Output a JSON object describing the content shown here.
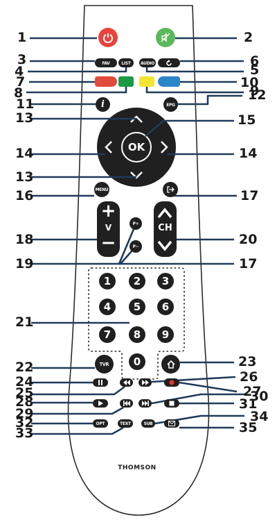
{
  "brand": "THOMSON",
  "colors": {
    "power": "#e8433c",
    "mute": "#5bb85c",
    "red": "#e24a3c",
    "green": "#1a9a45",
    "yellow": "#f3e433",
    "blue": "#2a86c8",
    "lines": "#1f3b5a",
    "body_outline": "#2a2a2a"
  },
  "labels": [
    {
      "id": "1",
      "text": "1"
    },
    {
      "id": "2",
      "text": "2"
    },
    {
      "id": "3",
      "text": "3"
    },
    {
      "id": "4",
      "text": "4"
    },
    {
      "id": "5",
      "text": "5"
    },
    {
      "id": "6",
      "text": "6"
    },
    {
      "id": "7",
      "text": "7"
    },
    {
      "id": "8",
      "text": "8"
    },
    {
      "id": "9",
      "text": "9"
    },
    {
      "id": "10",
      "text": "10"
    },
    {
      "id": "11",
      "text": "11"
    },
    {
      "id": "12",
      "text": "12"
    },
    {
      "id": "13a",
      "text": "13"
    },
    {
      "id": "15",
      "text": "15"
    },
    {
      "id": "14a",
      "text": "14"
    },
    {
      "id": "14b",
      "text": "14"
    },
    {
      "id": "13b",
      "text": "13"
    },
    {
      "id": "16",
      "text": "16"
    },
    {
      "id": "17a",
      "text": "17"
    },
    {
      "id": "18",
      "text": "18"
    },
    {
      "id": "20",
      "text": "20"
    },
    {
      "id": "19",
      "text": "19"
    },
    {
      "id": "17b",
      "text": "17"
    },
    {
      "id": "21",
      "text": "21"
    },
    {
      "id": "22",
      "text": "22"
    },
    {
      "id": "23",
      "text": "23"
    },
    {
      "id": "24",
      "text": "24"
    },
    {
      "id": "26",
      "text": "26"
    },
    {
      "id": "25",
      "text": "25"
    },
    {
      "id": "27",
      "text": "27"
    },
    {
      "id": "28",
      "text": "28"
    },
    {
      "id": "30",
      "text": "30"
    },
    {
      "id": "29",
      "text": "29"
    },
    {
      "id": "31",
      "text": "31"
    },
    {
      "id": "32",
      "text": "32"
    },
    {
      "id": "34",
      "text": "34"
    },
    {
      "id": "33",
      "text": "33"
    },
    {
      "id": "35",
      "text": "35"
    }
  ],
  "buttons": {
    "fav": "FAV",
    "list": "LIST",
    "audio": "AUDIO",
    "epg": "EPG",
    "info": "i",
    "ok": "OK",
    "menu": "MENU",
    "vol_plus": "+",
    "vol_v": "V",
    "vol_minus": "−",
    "p_plus": "P+",
    "p_minus": "P−",
    "ch": "CH",
    "tvr": "TVR",
    "opt": "OPT",
    "text": "TEXT",
    "sub": "SUB",
    "digits": [
      "1",
      "2",
      "3",
      "4",
      "5",
      "6",
      "7",
      "8",
      "9",
      "0"
    ]
  }
}
